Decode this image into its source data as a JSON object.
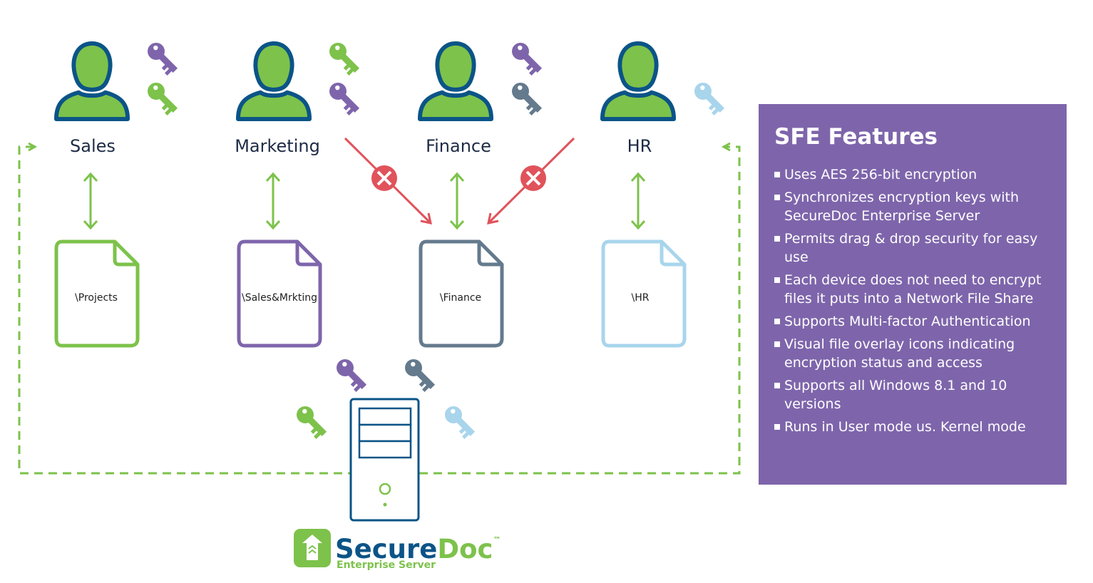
{
  "departments": [
    {
      "name": "Sales",
      "folder": "\\Projects",
      "folder_color": "#7dc24b",
      "keys": [
        "#7e65ab",
        "#7dc24b"
      ]
    },
    {
      "name": "Marketing",
      "folder": "\\Sales&Mrkting",
      "folder_color": "#7e65ab",
      "keys": [
        "#7dc24b",
        "#7e65ab"
      ]
    },
    {
      "name": "Finance",
      "folder": "\\Finance",
      "folder_color": "#647a8d",
      "keys": [
        "#7e65ab",
        "#647a8d"
      ]
    },
    {
      "name": "HR",
      "folder": "\\HR",
      "folder_color": "#a8d5ec",
      "keys": [
        "#a8d5ec"
      ]
    }
  ],
  "server_keys": [
    "#7e65ab",
    "#647a8d",
    "#7dc24b",
    "#a8d5ec"
  ],
  "colors": {
    "person_fill": "#7dc24b",
    "person_outline": "#0b5487",
    "allow_arrow": "#7dc24b",
    "deny_arrow": "#e0535b",
    "dashed_loop": "#7dc24b",
    "panel_bg": "#7e65ab"
  },
  "brand": {
    "name_part1": "Secure",
    "name_part2": "Doc",
    "tm": "™",
    "subtitle": "Enterprise Server"
  },
  "features": {
    "title": "SFE Features",
    "items": [
      "Uses AES 256-bit encryption",
      "Synchronizes encryption keys with SecureDoc Enterprise Server",
      "Permits drag & drop security for easy use",
      "Each device does not need to encrypt files it puts into a Network File Share",
      "Supports Multi-factor Authentication",
      "Visual file overlay icons indicating encryption status and access",
      "Supports all Windows 8.1 and 10 versions",
      "Runs in User mode us. Kernel mode"
    ]
  }
}
